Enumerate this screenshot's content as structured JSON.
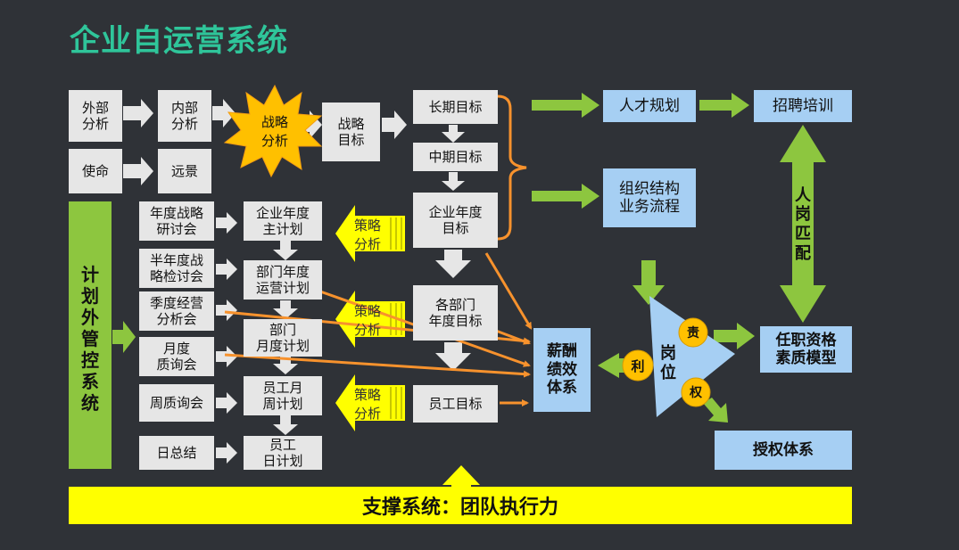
{
  "title": "企业自运营系统",
  "top": {
    "waibu": "外部\n分析",
    "neibu": "内部\n分析",
    "zhanlue_fenxi": "战略\n分析",
    "zhanlue_mubiao": "战略\n目标",
    "shiming": "使命",
    "yuanjing": "远景"
  },
  "goals": {
    "long": "长期目标",
    "mid": "中期目标",
    "annual": "企业年度\n目标",
    "dept": "各部门\n年度目标",
    "staff": "员工目标"
  },
  "meetings": [
    "年度战略\n研讨会",
    "半年度战\n略检讨会",
    "季度经营\n分析会",
    "月度\n质询会",
    "周质询会",
    "日总结"
  ],
  "plans": [
    "企业年度\n主计划",
    "部门年度\n运营计划",
    "部门\n月度计划",
    "员工月\n周计划",
    "员工\n日计划"
  ],
  "strategy_arrow": "策略\n分析",
  "left_system": "计\n划\n外\n管\n控\n系\n统",
  "talent": "人才规划",
  "recruit": "招聘培训",
  "org": "组织结构\n业务流程",
  "match": "人\n岗\n匹\n配",
  "position": "岗\n位",
  "li": "利",
  "ze": "责",
  "quan": "权",
  "salary": "薪酬\n绩效\n体系",
  "qualify": "任职资格\n素质模型",
  "authorize": "授权体系",
  "support": "支撑系统：团队执行力",
  "colors": {
    "accent": "#2fc59a",
    "orange": "#f7922d",
    "green": "#8dc63f",
    "blue": "#a6cff3",
    "yellow": "#ffff00",
    "gold": "#ffc000"
  }
}
